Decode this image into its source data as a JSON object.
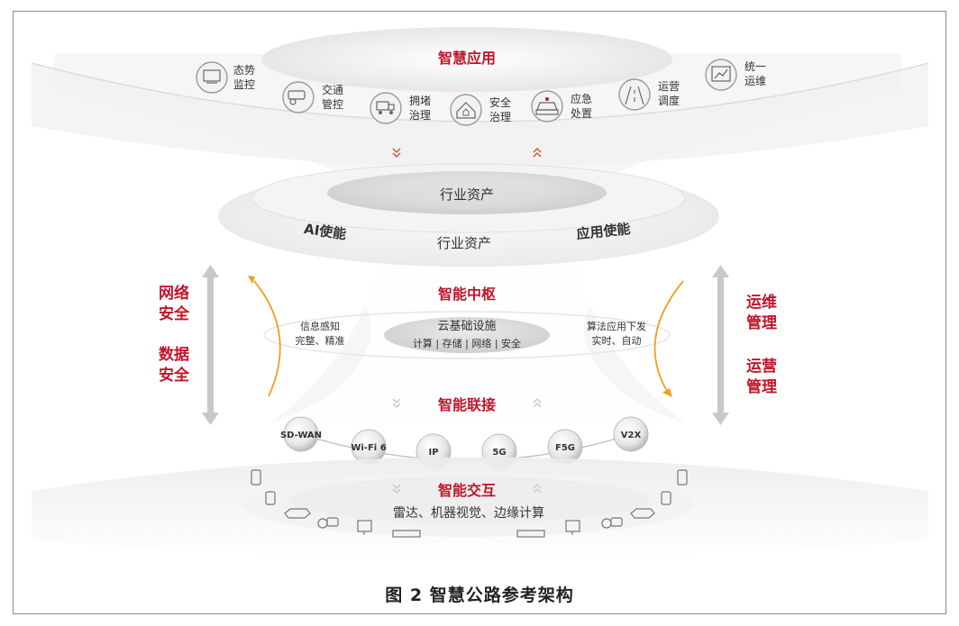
{
  "top_layer": {
    "title": "智慧应用",
    "apps": [
      {
        "line1": "态势",
        "line2": "监控",
        "icon": "dashboard-icon"
      },
      {
        "line1": "交通",
        "line2": "管控",
        "icon": "camera-icon"
      },
      {
        "line1": "拥堵",
        "line2": "治理",
        "icon": "truck-icon"
      },
      {
        "line1": "安全",
        "line2": "治理",
        "icon": "house-shield-icon"
      },
      {
        "line1": "应急",
        "line2": "处置",
        "icon": "car-emergency-icon"
      },
      {
        "line1": "运营",
        "line2": "调度",
        "icon": "road-icon"
      },
      {
        "line1": "统一",
        "line2": "运维",
        "icon": "chart-icon"
      }
    ]
  },
  "assets_layer": {
    "inner": "行业资产",
    "left": "AI使能",
    "center": "行业资产",
    "right": "应用使能"
  },
  "center_layer": {
    "title": "智能中枢",
    "cloud": "云基础设施",
    "cloud_sub": "计算 | 存储 | 网络 | 安全",
    "left_note_1": "信息感知",
    "left_note_2": "完整、精准",
    "right_note_1": "算法应用下发",
    "right_note_2": "实时、自动"
  },
  "side_labels": {
    "left_1a": "网络",
    "left_1b": "安全",
    "left_2a": "数据",
    "left_2b": "安全",
    "right_1a": "运维",
    "right_1b": "管理",
    "right_2a": "运营",
    "right_2b": "管理"
  },
  "connect_layer": {
    "title": "智能联接",
    "nodes": [
      "SD-WAN",
      "Wi-Fi 6",
      "IP",
      "5G",
      "F5G",
      "V2X"
    ]
  },
  "interact_layer": {
    "title": "智能交互",
    "sub": "雷达、机器视觉、边缘计算"
  },
  "caption": "图 2 智慧公路参考架构",
  "colors": {
    "accent": "#c0142a",
    "orange": "#f0a020",
    "gray_text": "#333333",
    "arrow_gray": "#c8c8c8"
  }
}
